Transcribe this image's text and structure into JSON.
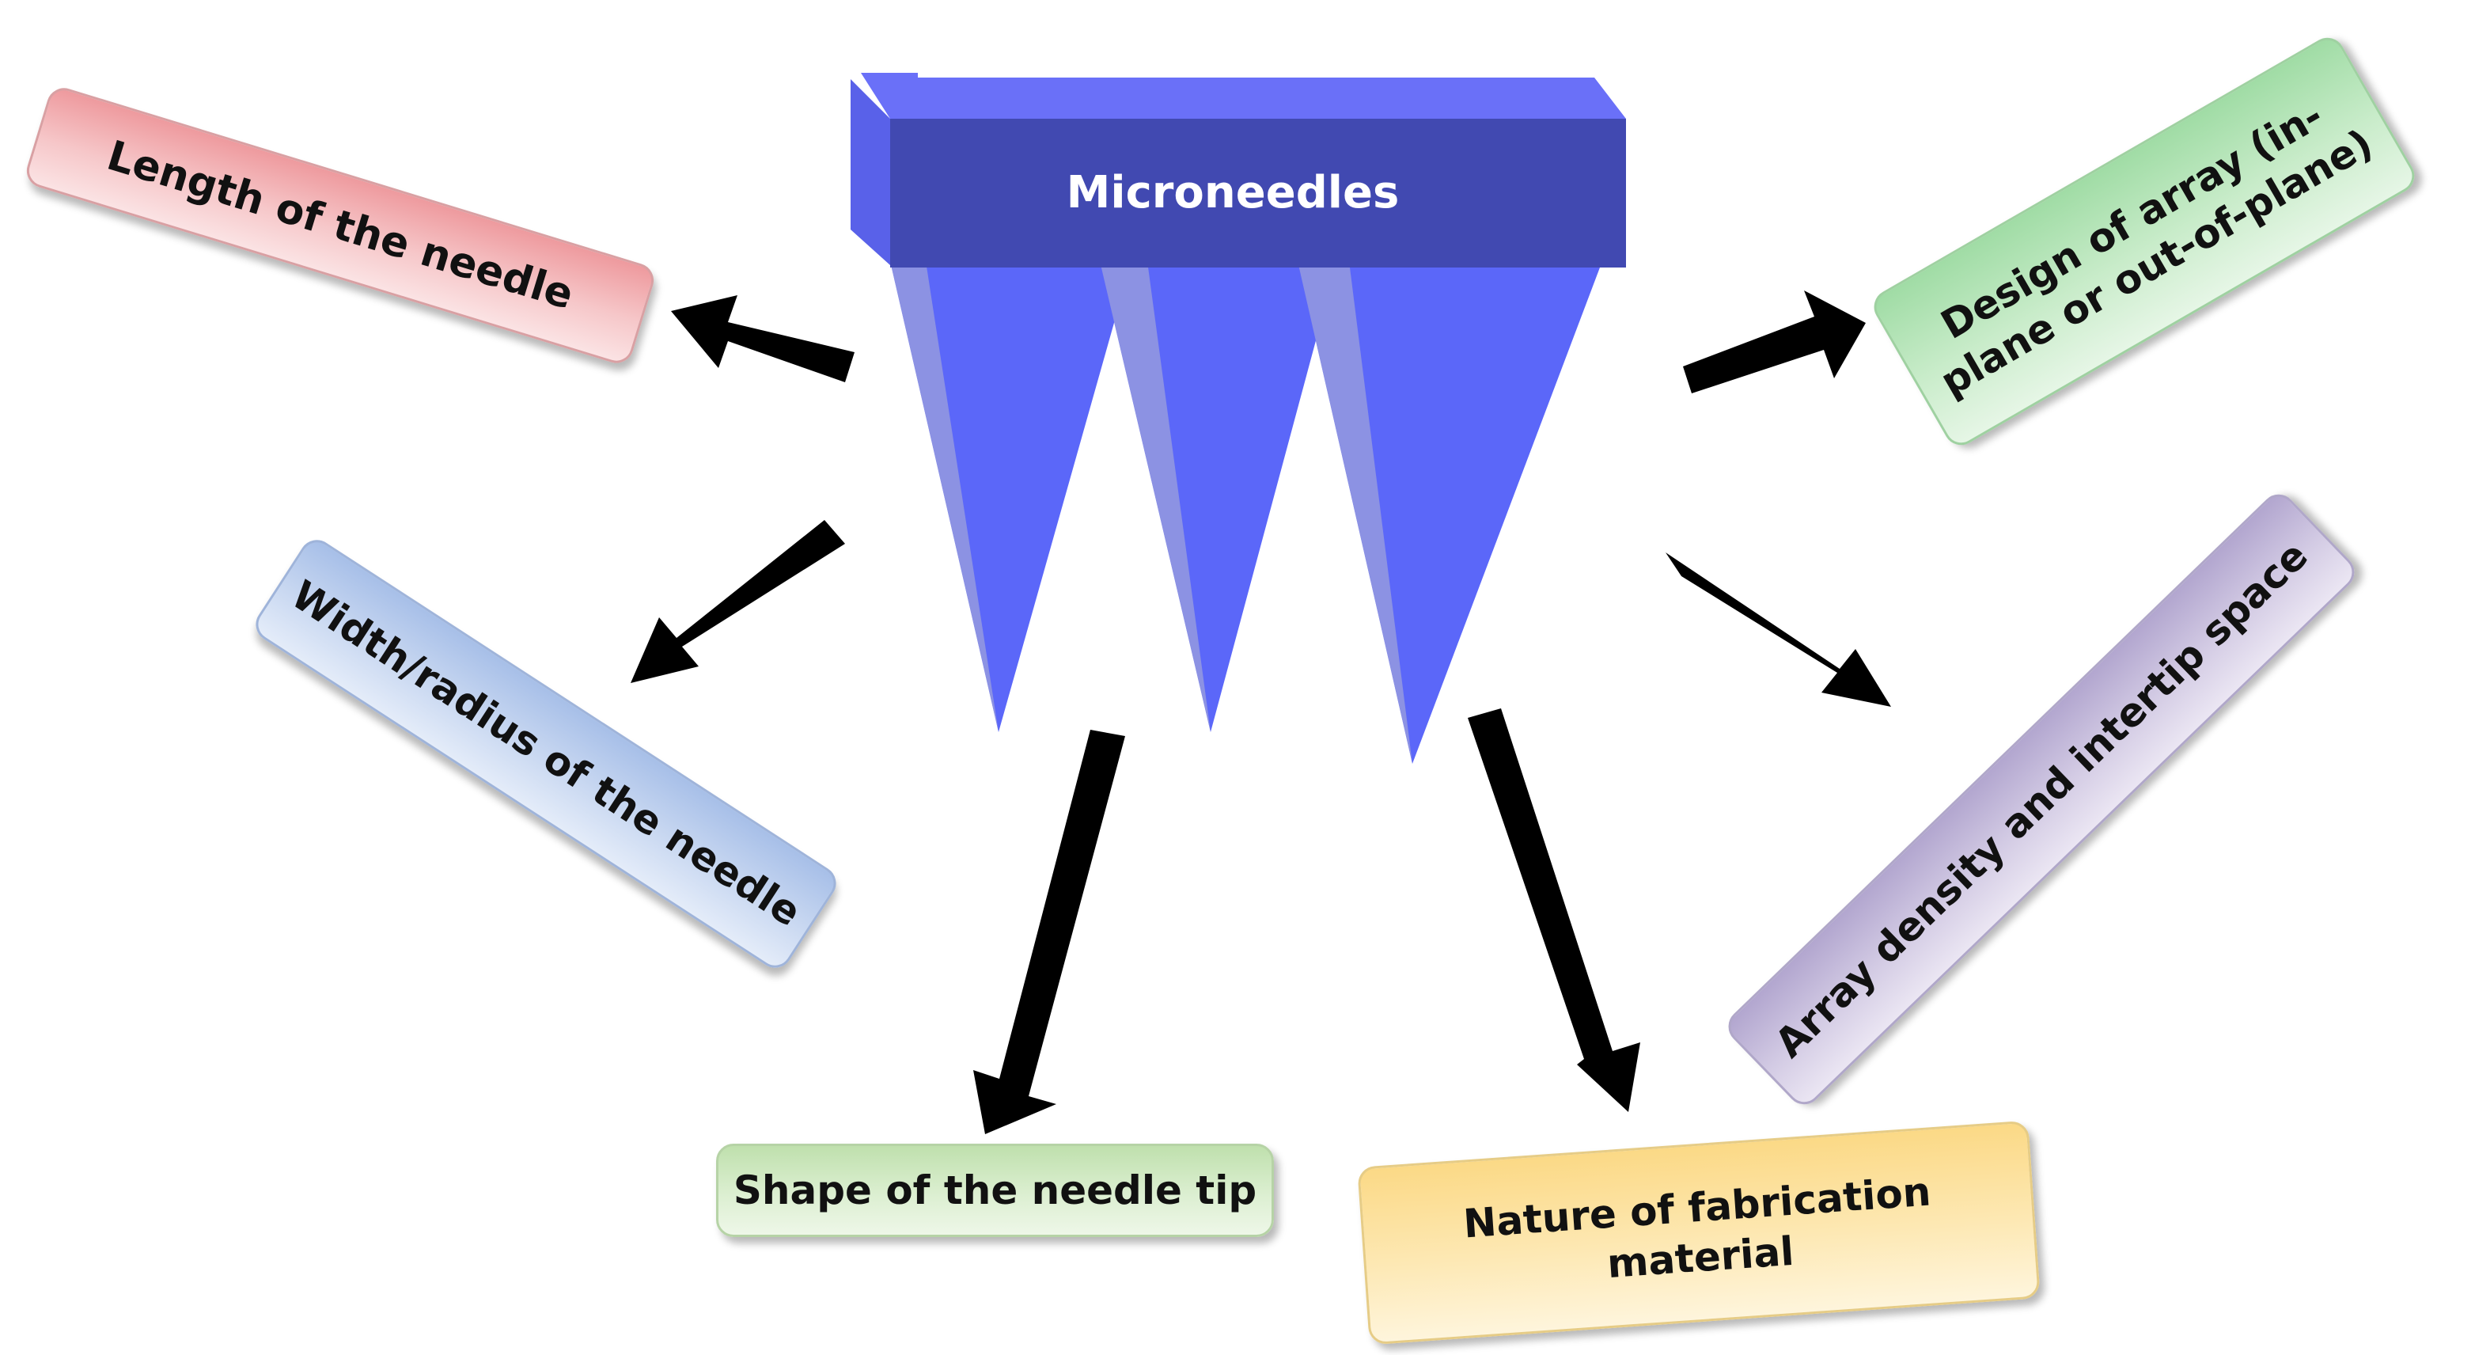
{
  "center": {
    "label": "Microneedles"
  },
  "colors": {
    "bar_front": "#4149b1",
    "bar_top": "#6a70f8",
    "needle_fill": "#5b67f9",
    "needle_highlight": "#8c92e3",
    "arrow": "#000000"
  },
  "factors": {
    "length": "Length of the needle",
    "width": "Width/radius of the needle",
    "shape": "Shape of the needle tip",
    "nature_line1": "Nature of fabrication",
    "nature_line2": "material",
    "design_line1": "Design of array (in-",
    "design_line2": "plane or out-of-plane)",
    "array": "Array density and intertip space"
  }
}
